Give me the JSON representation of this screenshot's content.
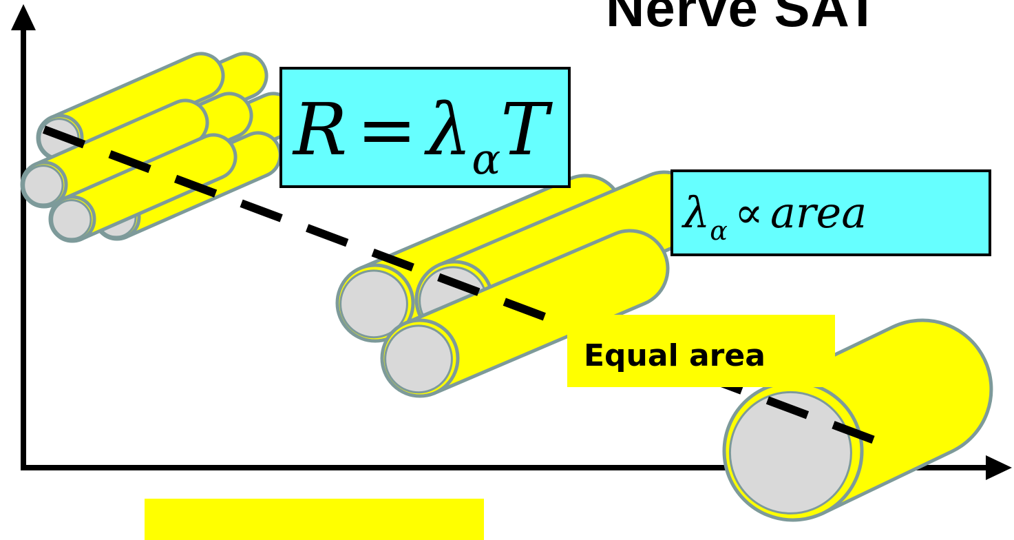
{
  "title": "Nerve SAT",
  "equation_1": {
    "lhs": "R",
    "equals": "=",
    "lambda": "λ",
    "subscript": "α",
    "rhs": "T"
  },
  "equation_2": {
    "lambda": "λ",
    "subscript": "α",
    "relation": "∝",
    "rhs": "area"
  },
  "label_equal_area": "Equal area",
  "colors": {
    "fiber_yellow": "#ffff00",
    "fiber_outline": "#7d9a9a",
    "fiber_core": "#d9d9d9",
    "equation_box": "#66ffff",
    "highlight": "#ffff00"
  },
  "icons": [
    "y-axis-arrow",
    "x-axis-arrow",
    "trend-dashed-line"
  ]
}
